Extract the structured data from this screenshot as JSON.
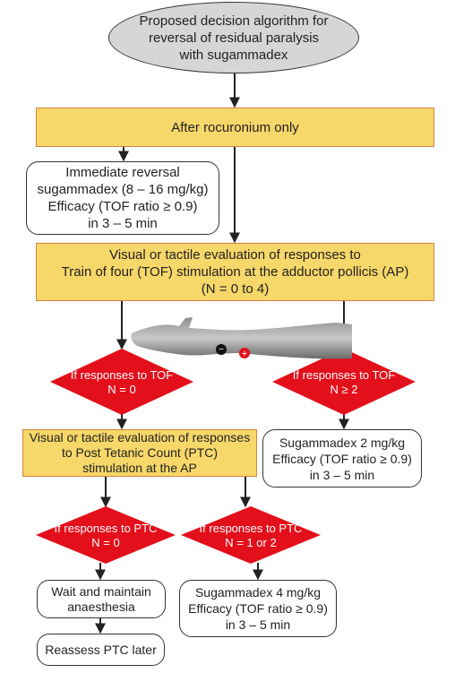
{
  "start": {
    "lines": [
      "Proposed decision algorithm for",
      "reversal of residual paralysis",
      "with sugammadex"
    ]
  },
  "roc": {
    "text": "After rocuronium only"
  },
  "immediate": {
    "lines": [
      "Immediate reversal",
      "sugammadex (8 – 16 mg/kg)",
      "Efficacy (TOF ratio ≥ 0.9)",
      "in 3 – 5 min"
    ]
  },
  "tof_eval": {
    "lines": [
      "Visual or tactile evaluation of responses to",
      "Train of four (TOF) stimulation at the adductor pollicis (AP)",
      "(N  = 0 to 4)"
    ]
  },
  "diamond_tof0": {
    "lines": [
      "If responses to TOF",
      "N = 0"
    ]
  },
  "diamond_tof2": {
    "lines": [
      "If responses to TOF",
      "N ≥ 2"
    ]
  },
  "ptc_eval": {
    "lines": [
      "Visual or tactile evaluation of responses",
      "to Post Tetanic Count (PTC)",
      "stimulation at the AP"
    ]
  },
  "sug2": {
    "lines": [
      "Sugammadex 2 mg/kg",
      "Efficacy (TOF ratio ≥ 0.9)",
      "in 3 – 5 min"
    ]
  },
  "diamond_ptc0": {
    "lines": [
      "If responses to PTC",
      "N = 0"
    ]
  },
  "diamond_ptc12": {
    "lines": [
      "If responses to PTC",
      "N = 1 or 2"
    ]
  },
  "wait": {
    "lines": [
      "Wait and maintain",
      "anaesthesia"
    ]
  },
  "sug4": {
    "lines": [
      "Sugammadex 4 mg/kg",
      "Efficacy (TOF ratio ≥ 0.9)",
      "in 3 – 5 min"
    ]
  },
  "reassess": {
    "text": "Reassess PTC later"
  },
  "colors": {
    "diamond": "#e30f1b",
    "process_fill": "#f6d769",
    "process_border": "#d5833b",
    "start_fill": "#d6d6d6"
  }
}
